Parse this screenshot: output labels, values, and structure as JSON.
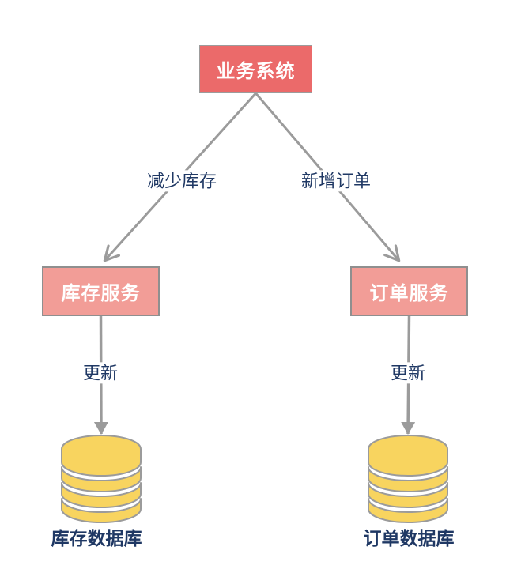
{
  "diagram": {
    "type": "flowchart",
    "nodes": [
      {
        "id": "business-system",
        "label": "业务系统",
        "kind": "process",
        "fill": "#EB6A6A"
      },
      {
        "id": "inventory-service",
        "label": "库存服务",
        "kind": "process",
        "fill": "#F29D97"
      },
      {
        "id": "order-service",
        "label": "订单服务",
        "kind": "process",
        "fill": "#F29D97"
      },
      {
        "id": "inventory-database",
        "label": "库存数据库",
        "kind": "database",
        "fill": "#F8D45F"
      },
      {
        "id": "order-database",
        "label": "订单数据库",
        "kind": "database",
        "fill": "#F8D45F"
      }
    ],
    "edges": [
      {
        "from": "business-system",
        "to": "inventory-service",
        "label": "减少库存",
        "arrowhead": "open"
      },
      {
        "from": "business-system",
        "to": "order-service",
        "label": "新增订单",
        "arrowhead": "open"
      },
      {
        "from": "inventory-service",
        "to": "inventory-database",
        "label": "更新",
        "arrowhead": "solid-triangle"
      },
      {
        "from": "order-service",
        "to": "order-database",
        "label": "更新",
        "arrowhead": "solid-triangle"
      }
    ],
    "colors": {
      "node_red": "#EB6A6A",
      "node_pink": "#F29D97",
      "db_yellow": "#F8D45F",
      "connector_gray": "#9B9B9B",
      "label_navy": "#1F3864",
      "node_text": "#FFFFFF",
      "background": "#FFFFFF"
    }
  }
}
